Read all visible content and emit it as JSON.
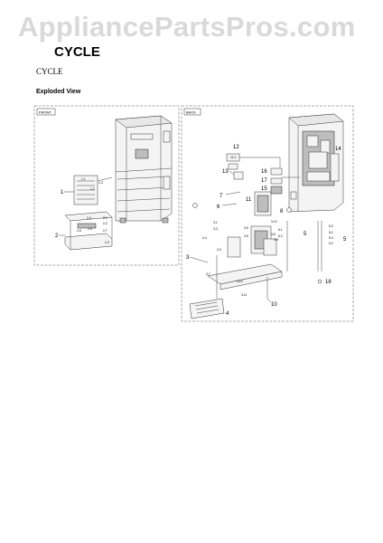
{
  "header": {
    "watermark": "AppliancePartsPros.com",
    "title": "CYCLE",
    "subtitle": "CYCLE",
    "section": "Exploded View"
  },
  "panels": {
    "front_tag": "FRONT",
    "back_tag": "BACK"
  },
  "callouts": {
    "front": [
      "1",
      "2"
    ],
    "front_small": [
      "1-1",
      "1-3",
      "1-2",
      "2-4",
      "2-1",
      "2-2",
      "2-6",
      "2-5",
      "2-7",
      "2-3"
    ],
    "back": [
      "12",
      "13",
      "14",
      "16",
      "17",
      "15",
      "7",
      "6",
      "11",
      "8",
      "3",
      "5",
      "5",
      "4",
      "10",
      "18"
    ],
    "back_small": [
      "12-1",
      "3-1",
      "3-3",
      "3-4",
      "3-3",
      "3-6",
      "3-5",
      "3-8",
      "3-10",
      "3-9",
      "3-7",
      "3-12",
      "3-11",
      "5-1",
      "5-2",
      "5-3",
      "5-1",
      "5-3",
      "5-2"
    ]
  }
}
